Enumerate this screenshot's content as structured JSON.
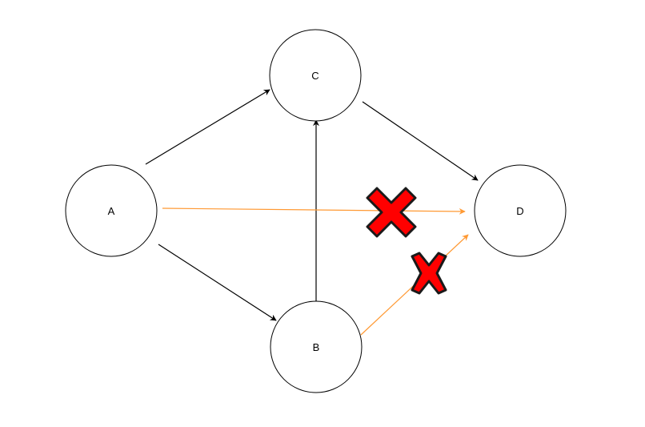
{
  "nodes": {
    "a": {
      "label": "A"
    },
    "b": {
      "label": "B"
    },
    "c": {
      "label": "C"
    },
    "d": {
      "label": "D"
    }
  },
  "colors": {
    "node_stroke": "#000000",
    "edge_default": "#000000",
    "edge_blocked": "#ff9933",
    "cross_fill": "#ff0000",
    "cross_stroke": "#1a1a1a"
  },
  "edges": [
    {
      "from": "A",
      "to": "C",
      "status": "allowed"
    },
    {
      "from": "A",
      "to": "B",
      "status": "allowed"
    },
    {
      "from": "B",
      "to": "C",
      "status": "allowed"
    },
    {
      "from": "C",
      "to": "D",
      "status": "allowed"
    },
    {
      "from": "A",
      "to": "D",
      "status": "blocked"
    },
    {
      "from": "B",
      "to": "D",
      "status": "blocked"
    }
  ],
  "icons": {
    "blocked_marker": "red-cross-icon"
  }
}
